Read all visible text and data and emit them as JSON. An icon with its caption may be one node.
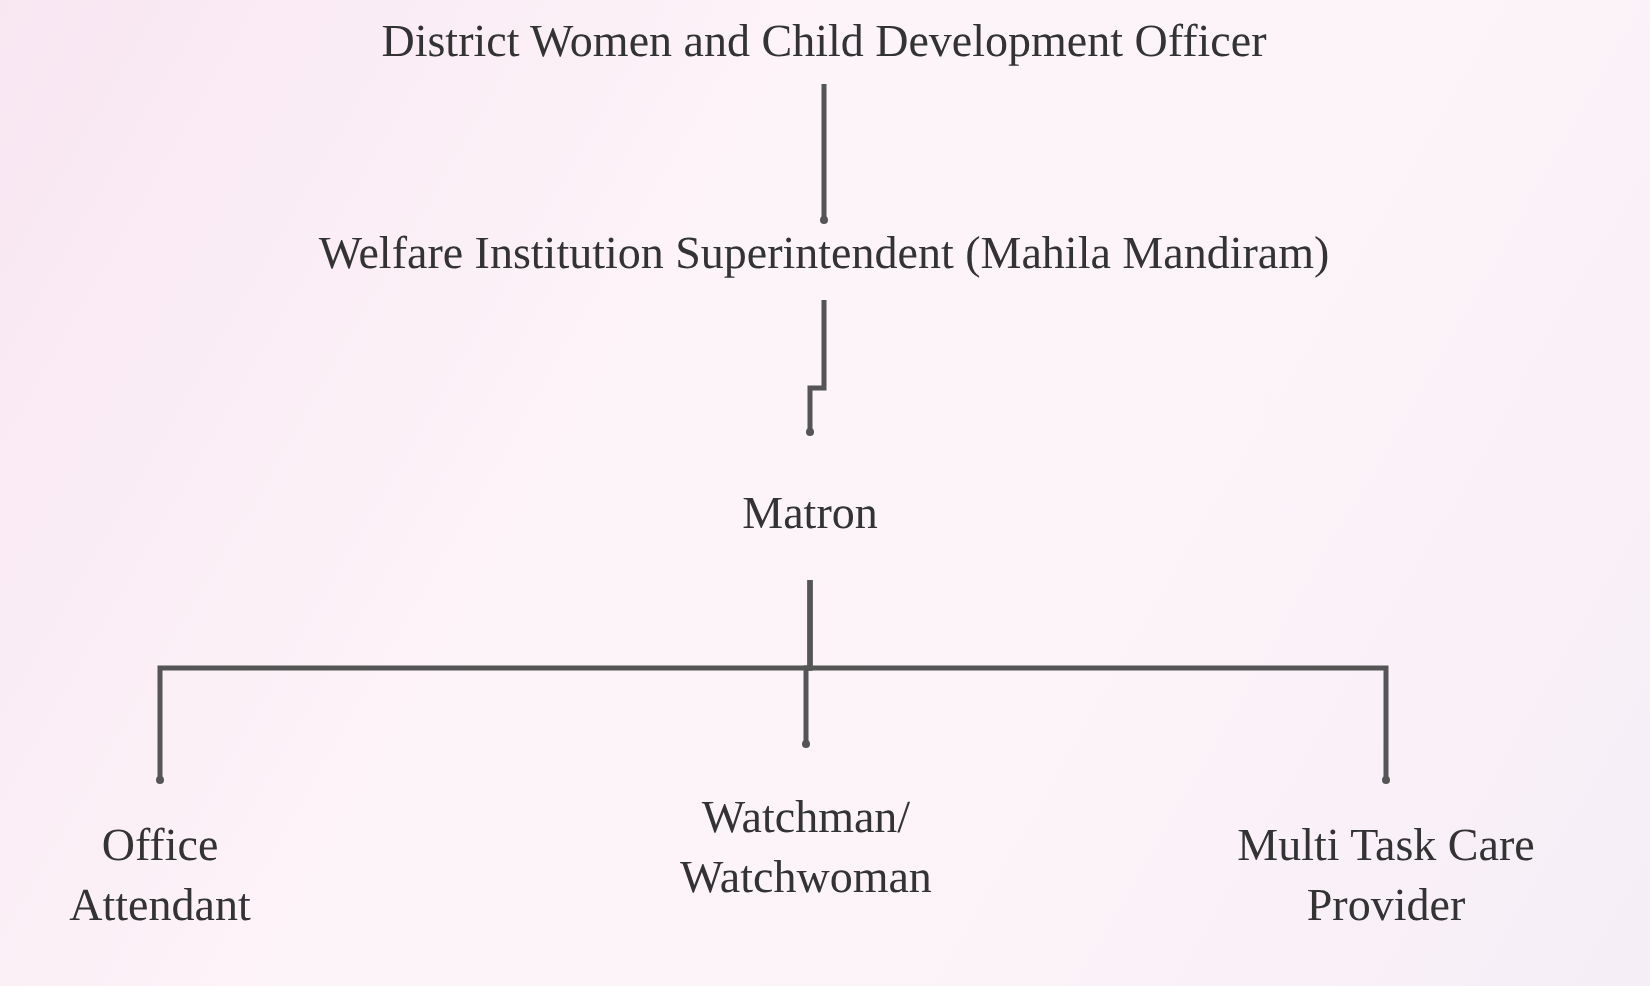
{
  "diagram": {
    "nodes": [
      {
        "text": [
          "District Women and Child Development Officer"
        ]
      },
      {
        "text": [
          "Welfare Institution Superintendent (Mahila Mandiram)"
        ]
      },
      {
        "text": [
          "Matron"
        ]
      },
      {
        "text": [
          "Office Attendant"
        ]
      },
      {
        "text": [
          "Watchman/ Watchwoman"
        ]
      },
      {
        "text": [
          "Multi Task Care Provider"
        ]
      }
    ],
    "edges": [
      {
        "from": 0,
        "to": 1,
        "arrow": "other"
      },
      {
        "from": 1,
        "to": 2,
        "arrow": "other"
      },
      {
        "from": 2,
        "to": 3,
        "arrow": "other"
      },
      {
        "from": 2,
        "to": 4,
        "arrow": "other"
      },
      {
        "from": 2,
        "to": 5,
        "arrow": "other"
      }
    ]
  }
}
